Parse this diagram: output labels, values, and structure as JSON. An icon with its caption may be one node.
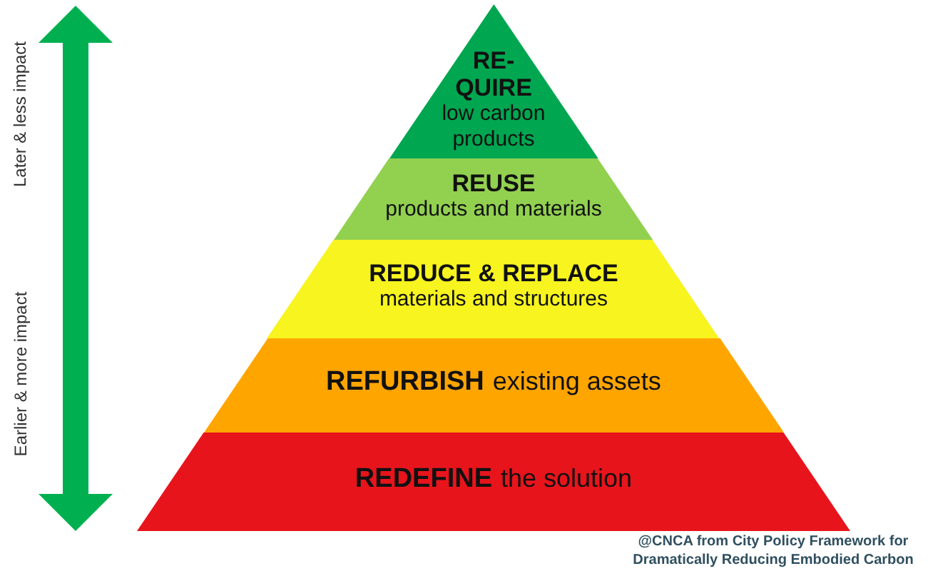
{
  "diagram": {
    "nodes": [
      {
        "text": [
          "RE- QUIRE",
          "low carbon products"
        ]
      },
      {
        "text": [
          "REUSE",
          "products and materials"
        ]
      },
      {
        "text": [
          "REDUCE & REPLACE",
          "materials and structures"
        ]
      },
      {
        "text": [
          "REFURBISH",
          "existing assets"
        ]
      },
      {
        "text": [
          "REDEFINE",
          "the solution"
        ]
      }
    ],
    "labels": [
      "Later & less impact",
      "Earlier & more impact",
      "@CNCA from City Policy Framework for Dramatically Reducing Embodied Carbon"
    ]
  }
}
